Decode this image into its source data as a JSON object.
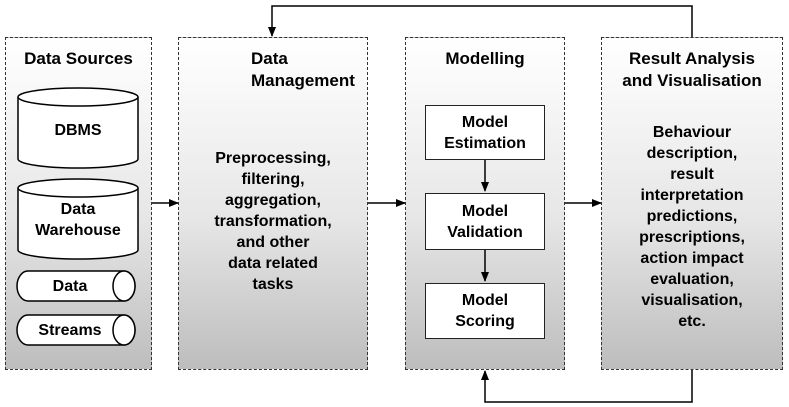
{
  "sources": {
    "title": "Data Sources",
    "dbms": "DBMS",
    "warehouse_line1": "Data",
    "warehouse_line2": "Warehouse",
    "data": "Data",
    "streams": "Streams"
  },
  "management": {
    "title_line1": "Data",
    "title_line2": "Management",
    "body": [
      "Preprocessing,",
      "filtering,",
      "aggregation,",
      "transformation,",
      "and other",
      "data related",
      "tasks"
    ]
  },
  "modelling": {
    "title": "Modelling",
    "estimation": [
      "Model",
      "Estimation"
    ],
    "validation": [
      "Model",
      "Validation"
    ],
    "scoring": [
      "Model",
      "Scoring"
    ]
  },
  "results": {
    "title_line1": "Result Analysis",
    "title_line2": "and Visualisation",
    "body": [
      "Behaviour",
      "description,",
      "result",
      "interpretation",
      "predictions,",
      "prescriptions,",
      "action impact",
      "evaluation,",
      "visualisation,",
      "etc."
    ]
  }
}
